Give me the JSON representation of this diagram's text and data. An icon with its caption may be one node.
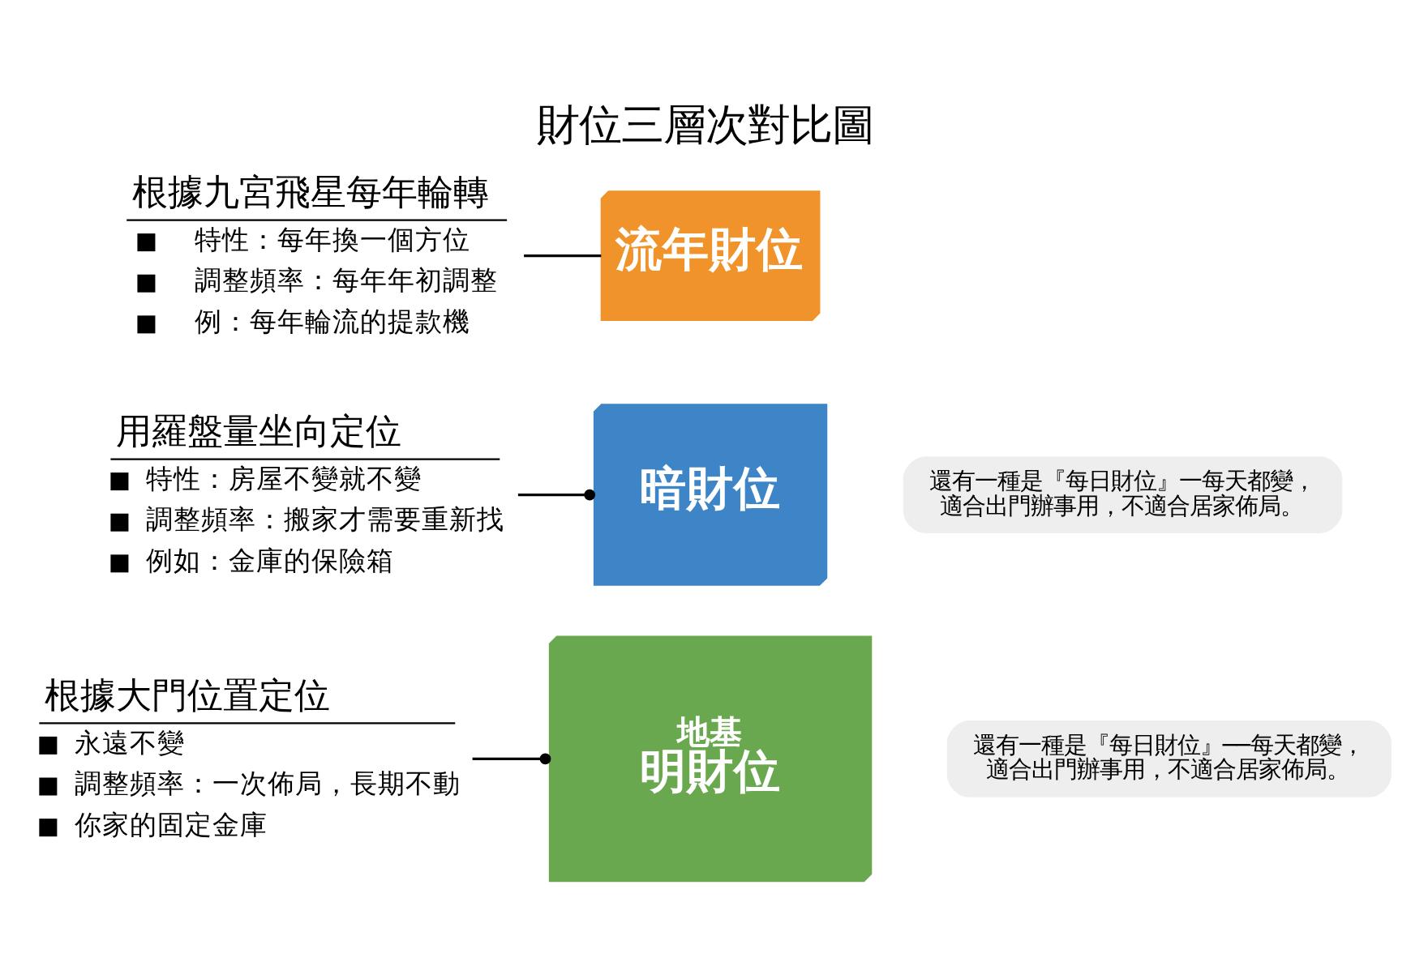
{
  "diagram": {
    "title": "財位三層次對比圖",
    "nodes": [
      {
        "text": [
          "根據九宮飛星每年輪轉",
          "特性：每年換一個方位",
          "調整頻率：每年年初調整",
          "例：每年輪流的提款機"
        ]
      },
      {
        "text": [
          "流年財位"
        ]
      },
      {
        "text": [
          "用羅盤量坐向定位",
          "特性：房屋不變就不變",
          "調整頻率：搬家才需要重新找",
          "例如：金庫的保險箱"
        ]
      },
      {
        "text": [
          "暗財位"
        ]
      },
      {
        "text": [
          "還有一種是『每日財位』一每天都變，適合出門辦事用，不適合居家佈局。"
        ]
      },
      {
        "text": [
          "根據大門位置定位",
          "永遠不變",
          "調整頻率：一次佈局，長期不動",
          "你家的固定金庫"
        ]
      },
      {
        "text": [
          "地基",
          "明財位"
        ]
      },
      {
        "text": [
          "還有一種是『每日財位』──每天都變，適合出門辦事用，不適合居家佈局。"
        ]
      }
    ],
    "edges": [
      {
        "from": 0,
        "to": 1,
        "arrow": "none"
      },
      {
        "from": 2,
        "to": 3,
        "arrow": "other"
      },
      {
        "from": 5,
        "to": 6,
        "arrow": "other"
      }
    ]
  }
}
